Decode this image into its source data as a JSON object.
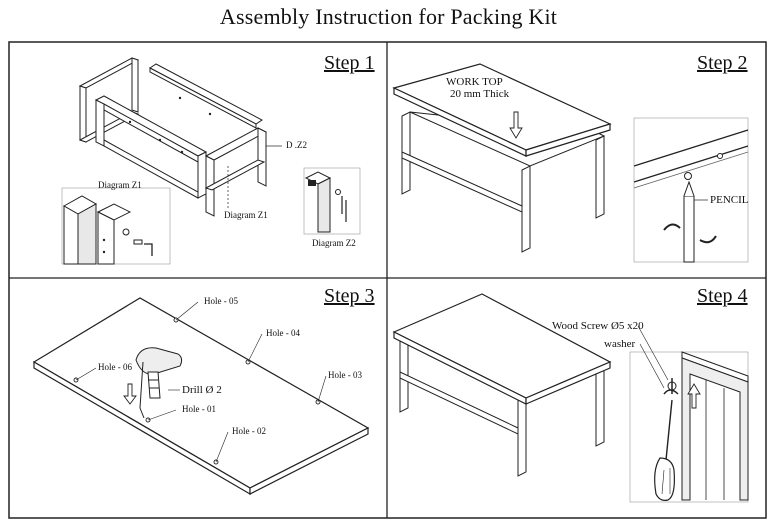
{
  "title": "Assembly Instruction  for  Packing Kit",
  "steps": [
    {
      "label": "Step 1",
      "annotations": {
        "dz2": "D .Z2",
        "diagram_z1_a": "Diagram Z1",
        "diagram_z1_b": "Diagram Z1",
        "diagram_z2": "Diagram Z2"
      }
    },
    {
      "label": "Step 2",
      "annotations": {
        "worktop_line1": "WORK TOP",
        "worktop_line2": "20 mm Thick",
        "pencil": "PENCIL"
      }
    },
    {
      "label": "Step 3",
      "annotations": {
        "hole05": "Hole - 05",
        "hole04": "Hole - 04",
        "hole06": "Hole - 06",
        "hole03": "Hole - 03",
        "drill": "Drill Ø 2",
        "hole01": "Hole - 01",
        "hole02": "Hole - 02"
      }
    },
    {
      "label": "Step 4",
      "annotations": {
        "wood_screw": "Wood Screw  Ø5 x20",
        "washer": "washer"
      }
    }
  ]
}
